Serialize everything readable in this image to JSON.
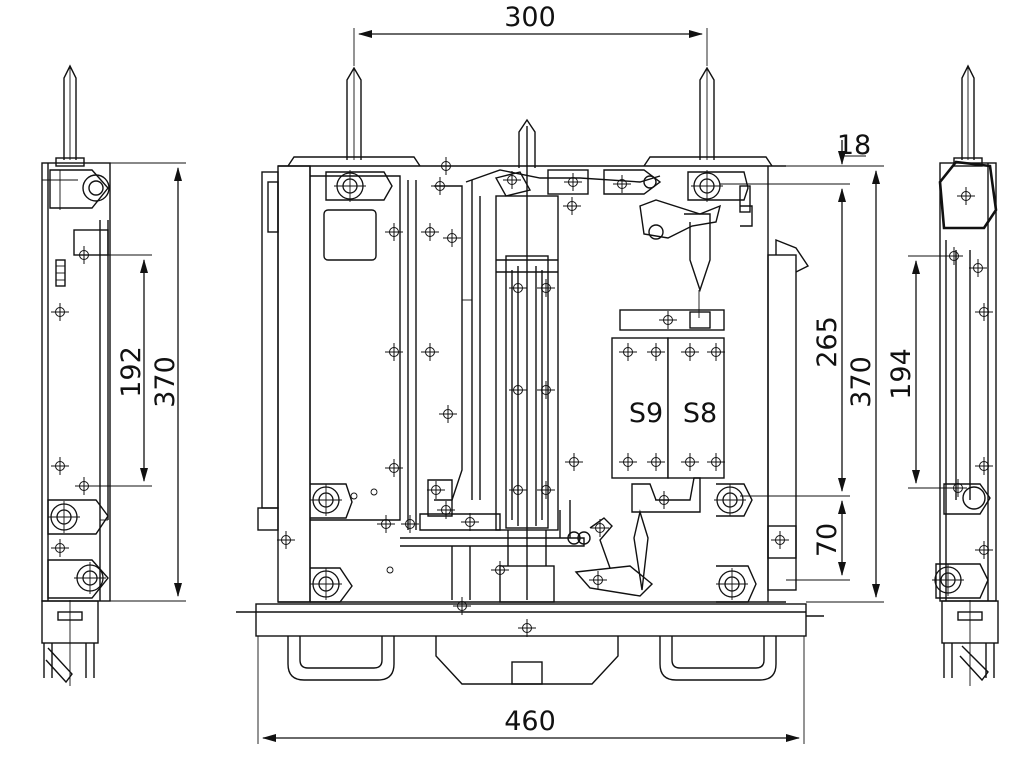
{
  "dimensions": {
    "top_width": "300",
    "bottom_width": "460",
    "right_small_top": "18",
    "right_height_265": "265",
    "right_height_370": "370",
    "right_height_70": "70",
    "left_192": "192",
    "left_370": "370",
    "side_right_194": "194"
  },
  "labels": {
    "s9": "S9",
    "s8": "S8"
  }
}
